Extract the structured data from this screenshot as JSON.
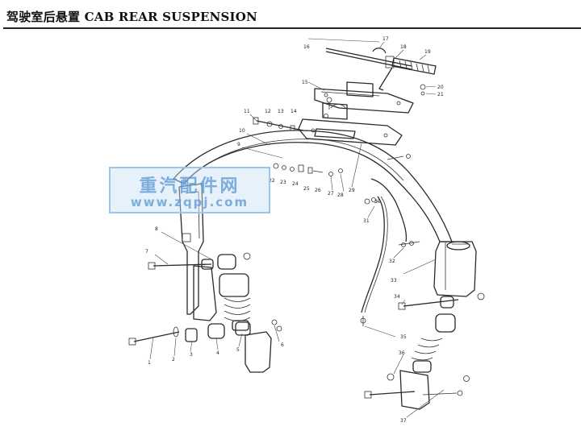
{
  "page": {
    "title_cn": "驾驶室后悬置",
    "title_en": "CAB REAR SUSPENSION"
  },
  "watermark": {
    "brand_cn": "重汽配件网",
    "url": "www.zqpj.com"
  },
  "callouts": [
    "1",
    "2",
    "3",
    "4",
    "5",
    "6",
    "7",
    "8",
    "9",
    "10",
    "11",
    "12",
    "13",
    "14",
    "15",
    "16",
    "17",
    "18",
    "19",
    "20",
    "21",
    "22",
    "23",
    "24",
    "25",
    "26",
    "27",
    "28",
    "29",
    "30",
    "31",
    "32",
    "33",
    "34",
    "35",
    "36",
    "37"
  ]
}
